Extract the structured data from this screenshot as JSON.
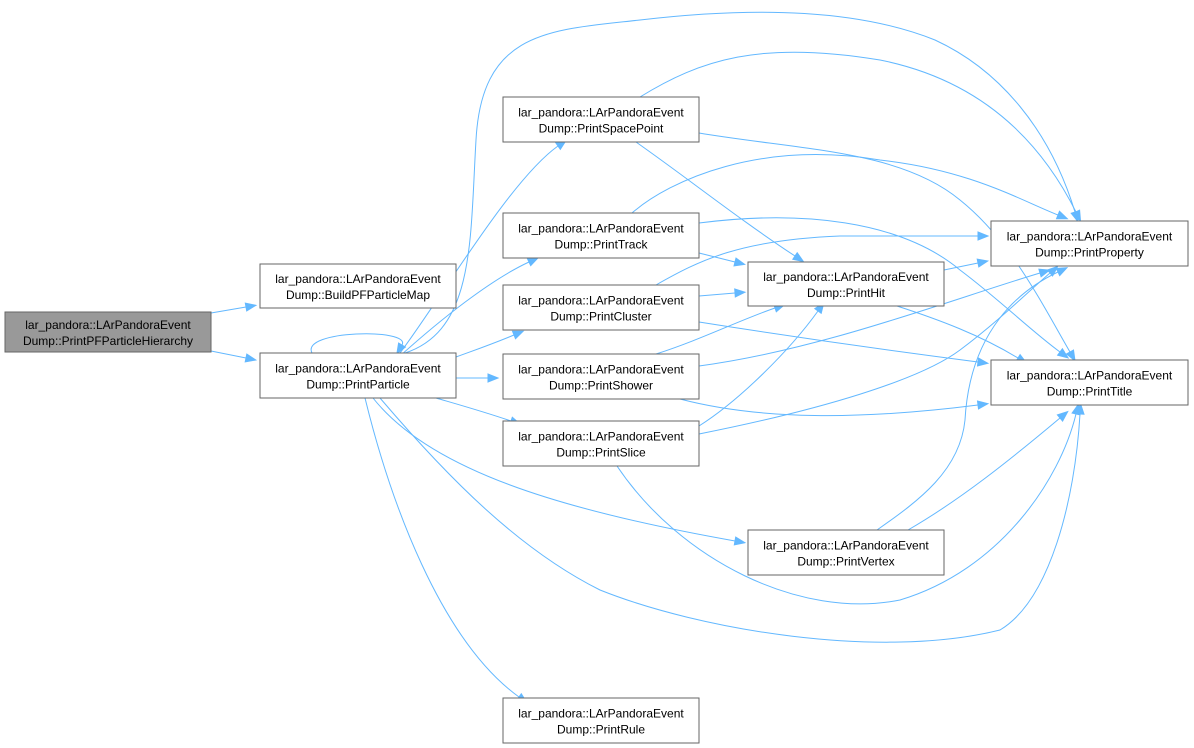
{
  "graph": {
    "nodes": [
      {
        "id": "hierarchy",
        "line1": "lar_pandora::LArPandoraEvent",
        "line2": "Dump::PrintPFParticleHierarchy",
        "highlight": true
      },
      {
        "id": "buildmap",
        "line1": "lar_pandora::LArPandoraEvent",
        "line2": "Dump::BuildPFParticleMap"
      },
      {
        "id": "particle",
        "line1": "lar_pandora::LArPandoraEvent",
        "line2": "Dump::PrintParticle"
      },
      {
        "id": "spacepoint",
        "line1": "lar_pandora::LArPandoraEvent",
        "line2": "Dump::PrintSpacePoint"
      },
      {
        "id": "track",
        "line1": "lar_pandora::LArPandoraEvent",
        "line2": "Dump::PrintTrack"
      },
      {
        "id": "cluster",
        "line1": "lar_pandora::LArPandoraEvent",
        "line2": "Dump::PrintCluster"
      },
      {
        "id": "shower",
        "line1": "lar_pandora::LArPandoraEvent",
        "line2": "Dump::PrintShower"
      },
      {
        "id": "slice",
        "line1": "lar_pandora::LArPandoraEvent",
        "line2": "Dump::PrintSlice"
      },
      {
        "id": "rule",
        "line1": "lar_pandora::LArPandoraEvent",
        "line2": "Dump::PrintRule"
      },
      {
        "id": "hit",
        "line1": "lar_pandora::LArPandoraEvent",
        "line2": "Dump::PrintHit"
      },
      {
        "id": "vertex",
        "line1": "lar_pandora::LArPandoraEvent",
        "line2": "Dump::PrintVertex"
      },
      {
        "id": "property",
        "line1": "lar_pandora::LArPandoraEvent",
        "line2": "Dump::PrintProperty"
      },
      {
        "id": "title",
        "line1": "lar_pandora::LArPandoraEvent",
        "line2": "Dump::PrintTitle"
      }
    ],
    "edges": [
      [
        "hierarchy",
        "buildmap"
      ],
      [
        "hierarchy",
        "particle"
      ],
      [
        "particle",
        "particle"
      ],
      [
        "particle",
        "spacepoint"
      ],
      [
        "particle",
        "track"
      ],
      [
        "particle",
        "cluster"
      ],
      [
        "particle",
        "shower"
      ],
      [
        "particle",
        "slice"
      ],
      [
        "particle",
        "rule"
      ],
      [
        "particle",
        "vertex"
      ],
      [
        "particle",
        "property"
      ],
      [
        "particle",
        "title"
      ],
      [
        "spacepoint",
        "hit"
      ],
      [
        "spacepoint",
        "property"
      ],
      [
        "spacepoint",
        "title"
      ],
      [
        "track",
        "hit"
      ],
      [
        "track",
        "property"
      ],
      [
        "track",
        "title"
      ],
      [
        "cluster",
        "hit"
      ],
      [
        "cluster",
        "property"
      ],
      [
        "cluster",
        "title"
      ],
      [
        "shower",
        "hit"
      ],
      [
        "shower",
        "property"
      ],
      [
        "shower",
        "title"
      ],
      [
        "slice",
        "hit"
      ],
      [
        "slice",
        "property"
      ],
      [
        "slice",
        "title"
      ],
      [
        "hit",
        "property"
      ],
      [
        "hit",
        "title"
      ],
      [
        "vertex",
        "property"
      ],
      [
        "vertex",
        "title"
      ]
    ],
    "colors": {
      "edge": "#63b8ff",
      "node_border": "#666666",
      "highlight_fill": "#999999"
    }
  }
}
